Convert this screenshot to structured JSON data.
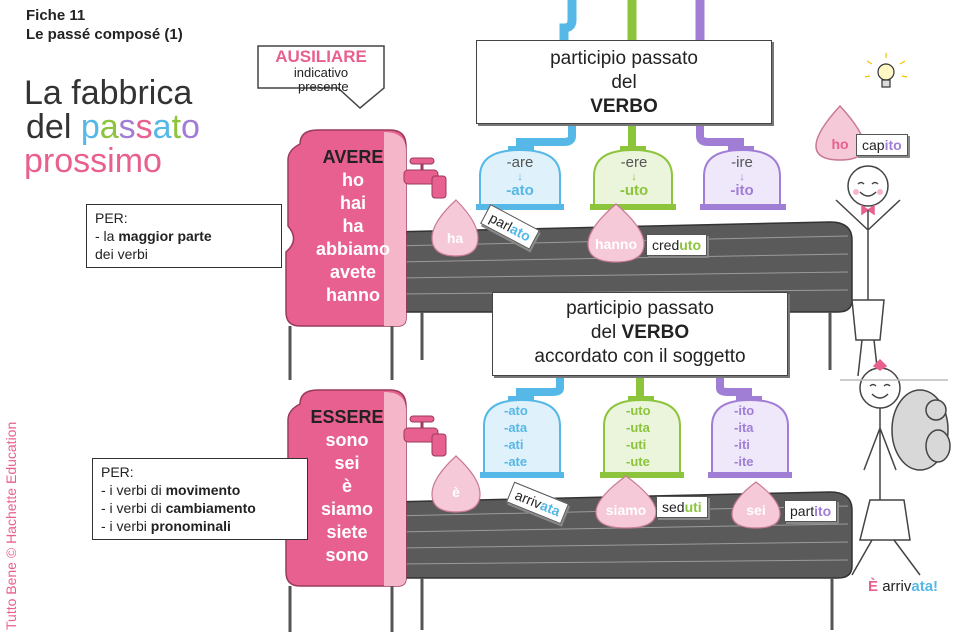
{
  "header": {
    "fiche": "Fiche 11",
    "subtitle": "Le passé composé (1)"
  },
  "title": {
    "line1": "La fabbrica",
    "line2_prefix": "del",
    "passato_letters": [
      "p",
      "a",
      "s",
      "s",
      "a",
      "t",
      "o"
    ],
    "line3": "prossimo"
  },
  "credit": "Tutto Bene © Hachette Education",
  "ausiliare_sign": {
    "title": "AUSILIARE",
    "line1": "indicativo",
    "line2": "presente"
  },
  "avere": {
    "heading": "AVERE",
    "forms": [
      "ho",
      "hai",
      "ha",
      "abbiamo",
      "avete",
      "hanno"
    ]
  },
  "essere": {
    "heading": "ESSERE",
    "forms": [
      "sono",
      "sei",
      "è",
      "siamo",
      "siete",
      "sono"
    ]
  },
  "per_avere": {
    "label": "PER:",
    "line1_prefix": "- la ",
    "line1_bold": "maggior parte",
    "line2": "dei verbi"
  },
  "per_essere": {
    "label": "PER:",
    "items": [
      {
        "prefix": "- i verbi di ",
        "bold": "movimento"
      },
      {
        "prefix": "- i verbi di ",
        "bold": "cambiamento"
      },
      {
        "prefix": "- i verbi ",
        "bold": "pronominali"
      }
    ]
  },
  "participio_top": {
    "line1": "participio passato",
    "line2": "del",
    "line3": "VERBO"
  },
  "participio_bottom": {
    "line1": "participio passato",
    "line2_prefix": "del ",
    "line2_bold": "VERBO",
    "line3": "accordato con il soggetto"
  },
  "bells_top": [
    {
      "from": "-are",
      "to": "-ato",
      "color": "#55b8e6"
    },
    {
      "from": "-ere",
      "to": "-uto",
      "color": "#8cc43c"
    },
    {
      "from": "-ire",
      "to": "-ito",
      "color": "#a07ed6"
    }
  ],
  "bells_bottom": [
    {
      "endings": [
        "-ato",
        "-ata",
        "-ati",
        "-ate"
      ],
      "color": "#55b8e6"
    },
    {
      "endings": [
        "-uto",
        "-uta",
        "-uti",
        "-ute"
      ],
      "color": "#8cc43c"
    },
    {
      "endings": [
        "-ito",
        "-ita",
        "-iti",
        "-ite"
      ],
      "color": "#a07ed6"
    }
  ],
  "belt_top": {
    "drop1": "ha",
    "stamp1_stem": "parl",
    "stamp1_end": "ato",
    "drop2": "hanno",
    "stamp2_stem": "cred",
    "stamp2_end": "uto"
  },
  "belt_bottom": {
    "drop1": "è",
    "stamp1_stem": "arriv",
    "stamp1_end": "ata",
    "drop2": "siamo",
    "stamp2_stem": "sed",
    "stamp2_end": "uti",
    "drop3": "sei",
    "stamp3_stem": "part",
    "stamp3_end": "ito"
  },
  "character_top": {
    "drop": "ho",
    "sign_stem": "cap",
    "sign_end": "ito"
  },
  "character_bottom": {
    "caption_a": "È",
    "caption_b": "arriv",
    "caption_c": "ata!"
  },
  "colors": {
    "pink": "#e8608f",
    "blue": "#55b8e6",
    "green": "#8cc43c",
    "purple": "#a07ed6",
    "belt": "#5a5a5a"
  },
  "icons": [
    "lightbulb-icon",
    "faucet-icon"
  ]
}
